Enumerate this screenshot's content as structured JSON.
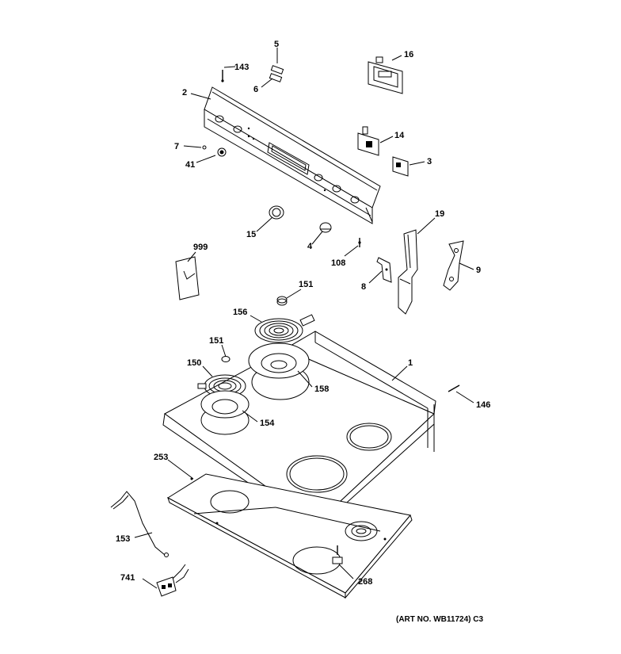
{
  "callouts": {
    "c143": "143",
    "c5": "5",
    "c6": "6",
    "c16": "16",
    "c2": "2",
    "c7": "7",
    "c41": "41",
    "c14": "14",
    "c3": "3",
    "c19": "19",
    "c15": "15",
    "c4": "4",
    "c108": "108",
    "c999": "999",
    "c8": "8",
    "c9": "9",
    "c151a": "151",
    "c156": "156",
    "c151b": "151",
    "c1": "1",
    "c150": "150",
    "c158": "158",
    "c146": "146",
    "c154": "154",
    "c253": "253",
    "c153": "153",
    "c741": "741",
    "c268": "268"
  },
  "footer": {
    "art_number": "(ART NO. WB11724) C3"
  }
}
